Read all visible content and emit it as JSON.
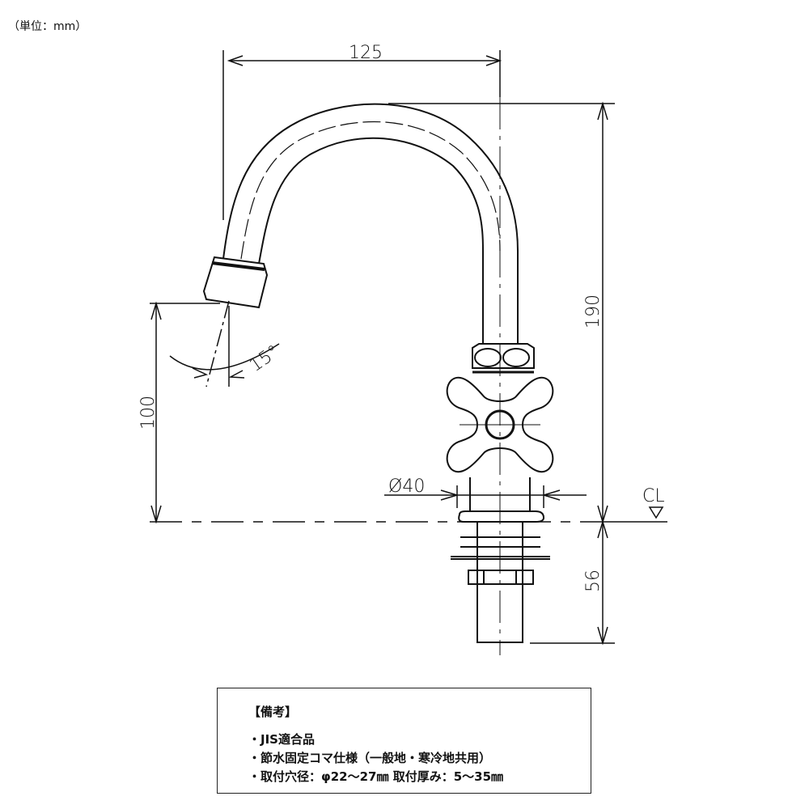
{
  "unit_label": "（単位：mm）",
  "dimensions": {
    "width_spout": "125",
    "height_total": "190",
    "height_spout": "100",
    "angle": "15°",
    "diameter_base": "Ø40",
    "centerline": "CL",
    "below_counter": "56"
  },
  "notes": {
    "title": "【備考】",
    "items": [
      "・JIS適合品",
      "・節水固定コマ仕様（一般地・寒冷地共用）",
      "・取付穴径：φ22〜27㎜ 取付厚み：5〜35㎜"
    ]
  }
}
